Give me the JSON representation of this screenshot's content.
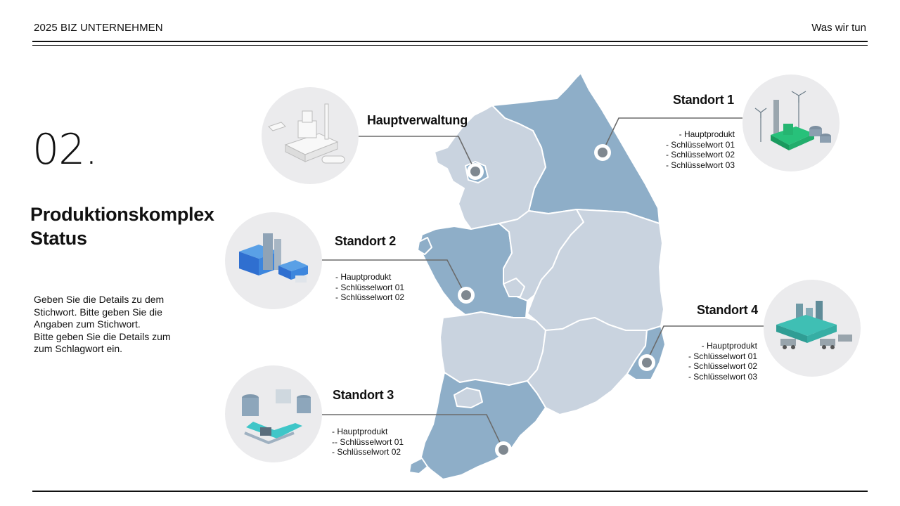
{
  "header": {
    "left_title": "2025 BIZ UNTERNEHMEN",
    "right_title": "Was wir tun"
  },
  "section": {
    "number": "02.",
    "title_line1": "Produktionskomplex",
    "title_line2": "Status",
    "description": "Geben Sie die Details zu dem\nStichwort. Bitte geben Sie die\nAngaben zum Stichwort.\nBitte geben Sie die Details zum\nzum Schlagwort ein."
  },
  "locations": {
    "hq": {
      "title": "Hauptverwaltung"
    },
    "site1": {
      "title": "Standort 1",
      "items": [
        "- Hauptprodukt",
        "- Schlüsselwort 01",
        "- Schlüsselwort 02",
        "- Schlüsselwort 03"
      ]
    },
    "site2": {
      "title": "Standort 2",
      "items": [
        "- Hauptprodukt",
        "- Schlüsselwort 01",
        "- Schlüsselwort 02"
      ]
    },
    "site3": {
      "title": "Standort 3",
      "items": [
        "- Hauptprodukt",
        "-- Schlüsselwort 01",
        "- Schlüsselwort 02"
      ]
    },
    "site4": {
      "title": "Standort 4",
      "items": [
        "- Hauptprodukt",
        "- Schlüsselwort 01",
        "- Schlüsselwort 02",
        "- Schlüsselwort 03"
      ]
    }
  },
  "colors": {
    "region_dark": "#8eaec8",
    "region_light": "#c9d3df",
    "region_border": "#ffffff",
    "marker_fill": "#7f8890",
    "leader_line": "#6b6b6b",
    "circle_bg": "#ebebed"
  },
  "icons": [
    "shipyard-icon",
    "wind-power-plant-icon",
    "chemical-plant-icon",
    "storage-tank-plant-icon",
    "refinery-icon"
  ]
}
